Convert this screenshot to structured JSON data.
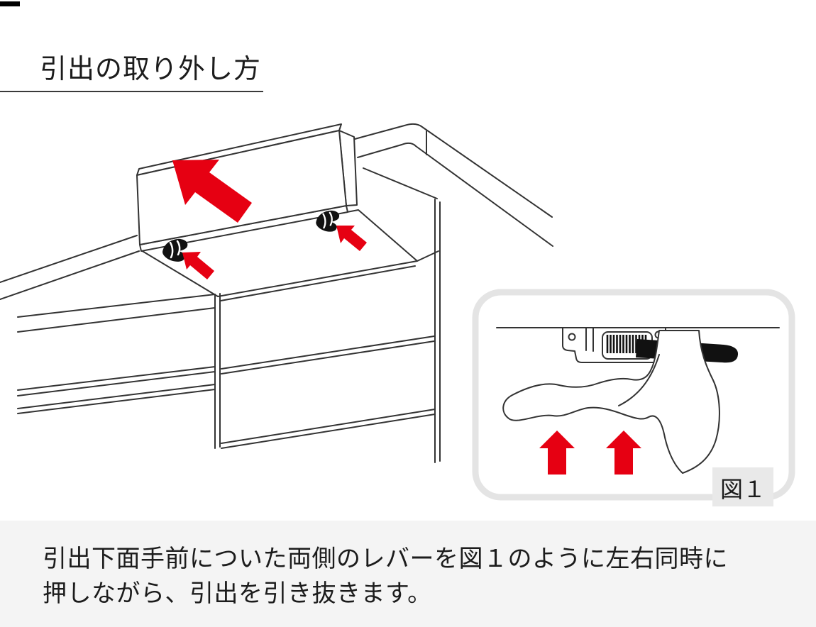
{
  "header": {
    "title": "引出の取り外し方"
  },
  "figure": {
    "label": "図１"
  },
  "caption": {
    "line1": "引出下面手前についた両側のレバーを図１のように左右同時に",
    "line2": "押しながら、引出を引き抜きます。"
  },
  "colors": {
    "accent_red": "#e60012",
    "line_color": "#333333",
    "panel_border": "#e4e4e4",
    "label_bg": "#e9e9e9",
    "caption_bg": "#f4f4f4",
    "text_color": "#1c1c1c"
  }
}
